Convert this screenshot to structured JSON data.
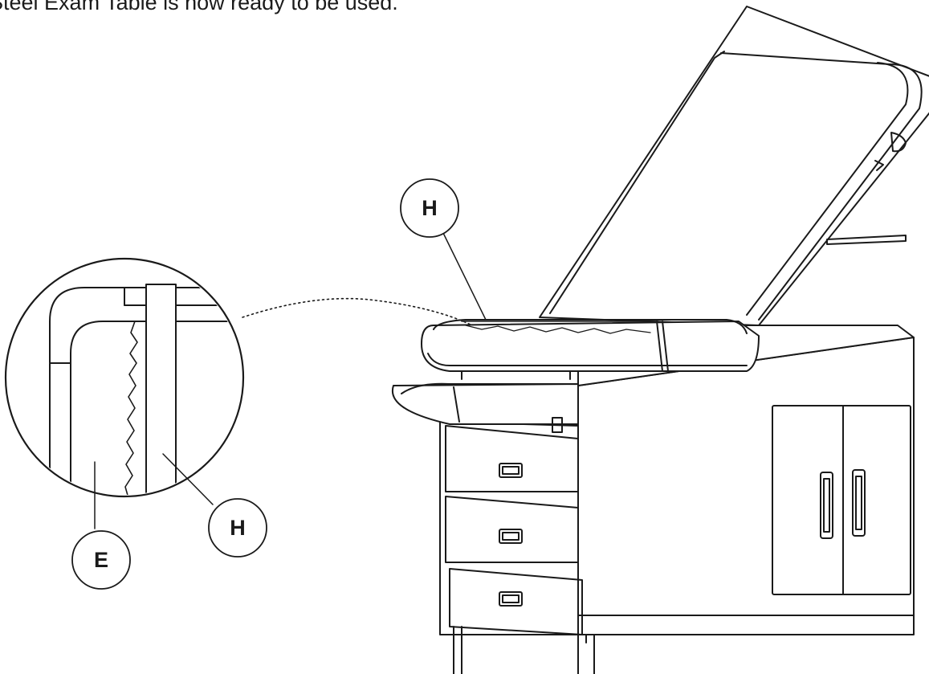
{
  "caption": "Steel Exam Table is now ready to be used.",
  "callouts": {
    "table_label": "H",
    "detail_paper_label": "H",
    "detail_edge_label": "E"
  },
  "colors": {
    "line": "#1a1a1a",
    "background": "#ffffff"
  }
}
